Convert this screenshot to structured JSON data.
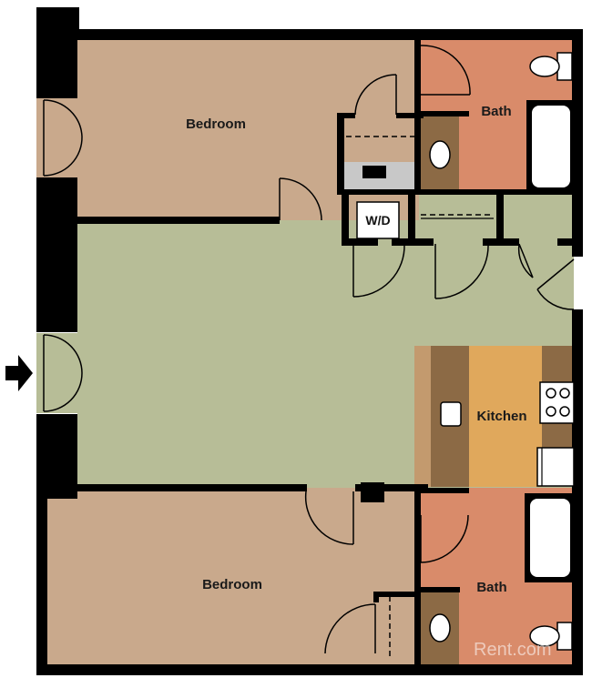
{
  "rooms": {
    "bedroom_top": "Bedroom",
    "bath_top": "Bath",
    "washer_dryer": "W/D",
    "kitchen": "Kitchen",
    "bedroom_bottom": "Bedroom",
    "bath_bottom": "Bath"
  },
  "watermark": "Rent.com",
  "colors": {
    "bedroom": "#c9a98c",
    "bath": "#d98b6a",
    "living": "#b7bd97",
    "kitchen_floor": "#e0a85c",
    "cabinet": "#8c6a45",
    "utility": "#c8c8c8",
    "wall": "#000000"
  }
}
